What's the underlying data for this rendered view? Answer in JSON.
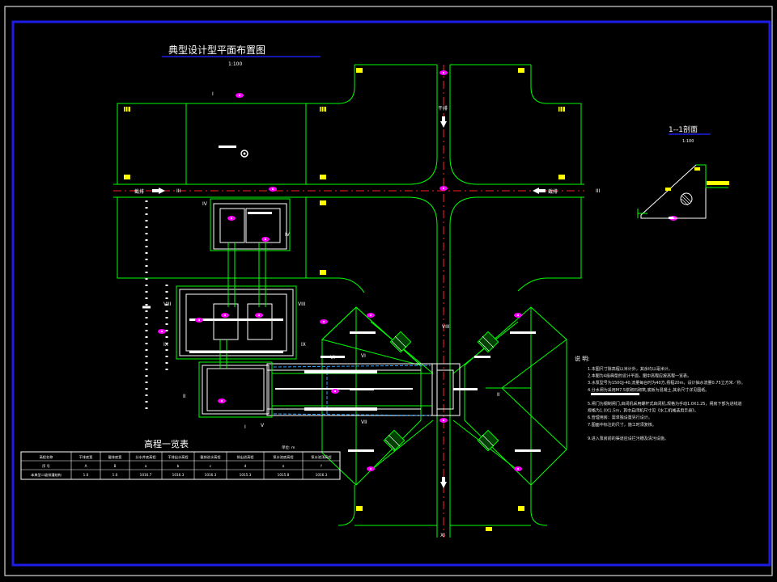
{
  "drawing": {
    "title": "典型设计型平面布置图",
    "title_scale": "1:100",
    "section_title": "1--1剖面",
    "section_scale": "1:100",
    "elevation_table_title": "高程一览表",
    "elevation_unit": "单位: m"
  },
  "flow_labels": {
    "north": "干排",
    "west": "截排",
    "east": "截排"
  },
  "section_marks": {
    "I_top": "I",
    "I_bottom": "I",
    "II_right": "II",
    "II_left": "II",
    "III_left": "III",
    "III_right": "III",
    "IV_left": "IV",
    "IV_right": "IV",
    "V": "V",
    "VI_left": "VI",
    "VI_right": "VI",
    "VII_top": "VII",
    "VII_bottom": "VII",
    "VIII_left": "VIII",
    "VIII_right": "VIII",
    "IX_left": "IX",
    "IX_right": "IX",
    "VIII_center": "VIII",
    "XI_bottom": "XI"
  },
  "elevation_table": {
    "headers": [
      "高程名称",
      "干排底宽",
      "截排底宽",
      "分水井底高程",
      "干排出水高程",
      "截排进水高程",
      "排出进高程",
      "泵水池底高程",
      "泵水池顶高程"
    ],
    "rows": [
      [
        "序 号",
        "A",
        "B",
        "a",
        "b",
        "c",
        "d",
        "e",
        "f"
      ],
      [
        "本典型二级排灌结构",
        "1.0",
        "1.0",
        "1016.7",
        "1016.3",
        "1016.3",
        "1015.3",
        "1015.8",
        "1016.3"
      ]
    ]
  },
  "notes": {
    "heading": "说 明:",
    "items": [
      "1.本图尺寸除高程以米计外，其余均以毫米计。",
      "2.本图为4级典型的设计平面，图中高程应按高程一览表。",
      "3.水泵型号为150QJ-40,流量每台时为40方,扬程20m，设计抽水流量0.75立方米／秒。",
      "4.分水闸为采用M7.5浆砌石砌筑,底板为混凝土,其余尺寸详见图纸。",
      "",
      "5.闸门为钢制闸门,启闭机采用螺杆式启闭机,规格为手动1.0X1.25，闸房下部为进线道",
      "  规格为1.0X1.5m，其中启闭机尺寸见《水工机械选用手册》。",
      "6.管理用房：需单独设置另行设计。",
      "7.图面中标注的尺寸，施工时须复核。",
      "",
      "9.进入泵房前的渠道应设拦污栅及清污设施。"
    ]
  },
  "colors": {
    "background": "#000000",
    "frame": "#1c1ce6",
    "road": "#00ff00",
    "centerline": "#ff2020",
    "channel_blue": "#30a0ff",
    "structure_white": "#ffffff",
    "marker_yellow": "#ffff00",
    "marker_magenta": "#ff00ff",
    "text_yellow": "#ffff00"
  },
  "icons": [
    "arrow-right-icon",
    "arrow-left-icon",
    "arrow-down-icon",
    "gear-symbol-icon",
    "culvert-pipe-icon"
  ]
}
